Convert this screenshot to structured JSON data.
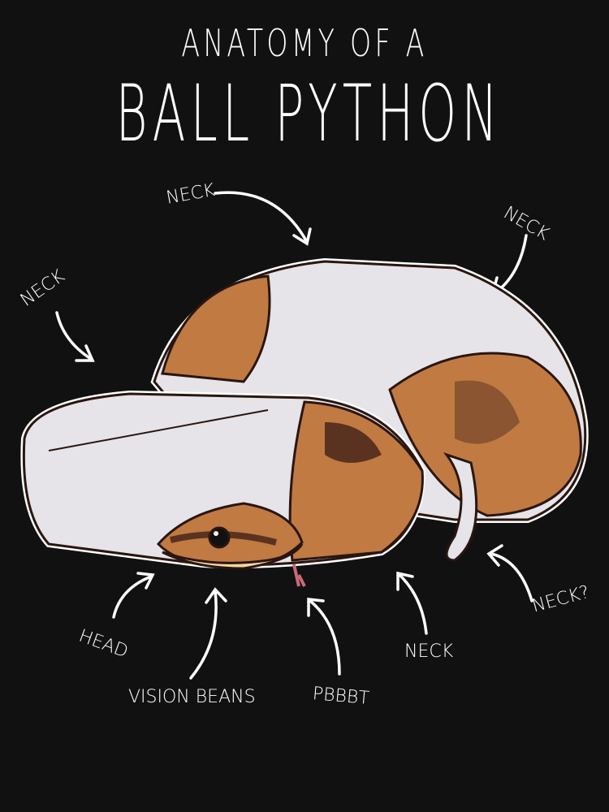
{
  "title": {
    "line1": "Anatomy of a",
    "line2": "Ball Python"
  },
  "labels": {
    "neck_top": "Neck",
    "neck_right": "Neck",
    "neck_left": "Neck",
    "head": "Head",
    "vision_beans": "Vision Beans",
    "pbbbt": "Pbbbt",
    "neck_bottom": "Neck",
    "neck_question": "Neck?"
  },
  "colors": {
    "background": "#111111",
    "white_belly": "#e6e4e8",
    "tan": "#c07a42",
    "dark_brown": "#5a3220",
    "cream": "#f1d9a2"
  }
}
